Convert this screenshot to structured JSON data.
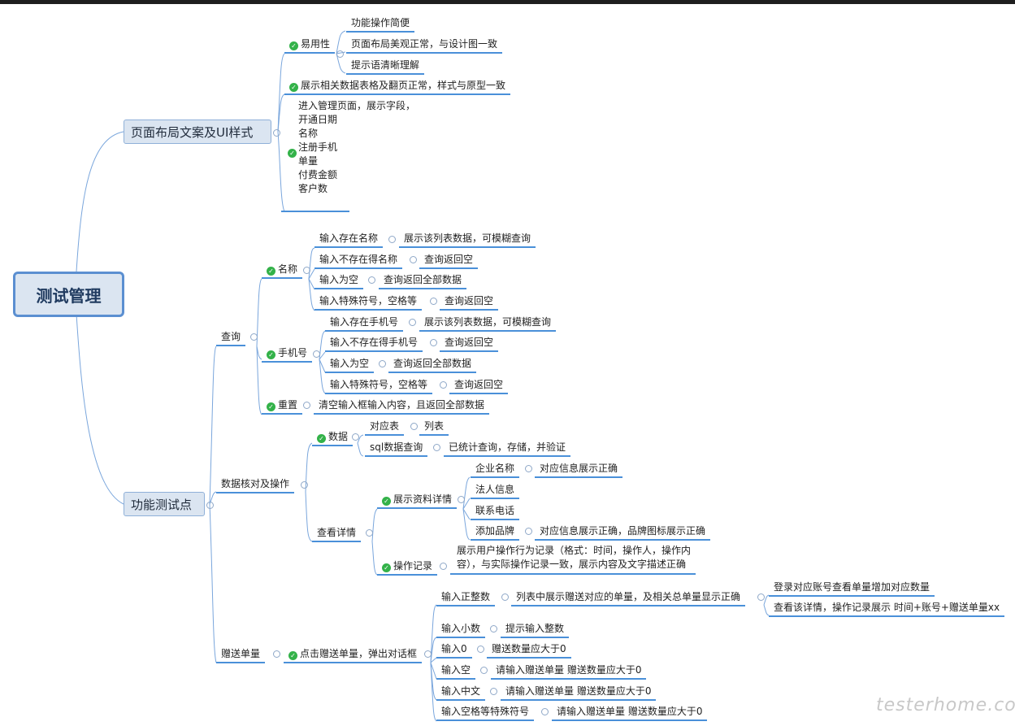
{
  "root": "测试管理",
  "branches": {
    "ui": {
      "label": "页面布局文案及UI样式",
      "usability": {
        "label": "易用性",
        "items": [
          "功能操作简便",
          "页面布局美观正常，与设计图一致",
          "提示语清晰理解"
        ]
      },
      "table_display": "展示相关数据表格及翻页正常，样式与原型一致",
      "fields": [
        "进入管理页面，展示字段，",
        "开通日期",
        "名称",
        "注册手机",
        "单量",
        "付费金额",
        "客户数"
      ]
    },
    "func": {
      "label": "功能测试点",
      "query": {
        "label": "查询",
        "name": {
          "label": "名称",
          "rows": [
            {
              "in": "输入存在名称",
              "out": "展示该列表数据，可模糊查询"
            },
            {
              "in": "输入不存在得名称",
              "out": "查询返回空"
            },
            {
              "in": "输入为空",
              "out": "查询返回全部数据"
            },
            {
              "in": "输入特殊符号，空格等",
              "out": "查询返回空"
            }
          ]
        },
        "phone": {
          "label": "手机号",
          "rows": [
            {
              "in": "输入存在手机号",
              "out": "展示该列表数据，可模糊查询"
            },
            {
              "in": "输入不存在得手机号",
              "out": "查询返回空"
            },
            {
              "in": "输入为空",
              "out": "查询返回全部数据"
            },
            {
              "in": "输入特殊符号，空格等",
              "out": "查询返回空"
            }
          ]
        },
        "reset": {
          "label": "重置",
          "out": "清空输入框输入内容，且返回全部数据"
        }
      },
      "data_check": {
        "label": "数据核对及操作",
        "data": {
          "label": "数据",
          "rows": [
            {
              "in": "对应表",
              "out": "列表"
            },
            {
              "in": "sql数据查询",
              "out": "已统计查询，存储，并验证"
            }
          ]
        },
        "details": {
          "label": "查看详情",
          "info": {
            "label": "展示资料详情",
            "rows": [
              {
                "in": "企业名称",
                "out": "对应信息展示正确"
              },
              {
                "in": "法人信息",
                "out": ""
              },
              {
                "in": "联系电话",
                "out": ""
              },
              {
                "in": "添加品牌",
                "out": "对应信息展示正确，品牌图标展示正确"
              }
            ]
          },
          "oplog": {
            "label": "操作记录",
            "line1": "展示用户操作行为记录（格式：时间，操作人，操作内",
            "line2": "容），与实际操作记录一致，展示内容及文字描述正确"
          }
        }
      },
      "gift": {
        "label": "赠送单量",
        "click": "点击赠送单量，弹出对话框",
        "integer": {
          "in": "输入正整数",
          "out": "列表中展示赠送对应的单量，及相关总单量显示正确",
          "subs": [
            "登录对应账号查看单量增加对应数量",
            "查看该详情，操作记录展示 时间+账号+赠送单量xx"
          ]
        },
        "rows": [
          {
            "in": "输入小数",
            "out": "提示输入整数"
          },
          {
            "in": "输入0",
            "out": "赠送数量应大于0"
          },
          {
            "in": "输入空",
            "out": "请输入赠送单量 赠送数量应大于0"
          },
          {
            "in": "输入中文",
            "out": "请输入赠送单量 赠送数量应大于0"
          },
          {
            "in": "输入空格等特殊符号",
            "out": "请输入赠送单量 赠送数量应大于0"
          }
        ]
      }
    }
  },
  "watermark": "testerhome.com",
  "colors": {
    "line": "#4a90d9",
    "check": "#33b249",
    "node_fill": "#dbe5f1"
  }
}
